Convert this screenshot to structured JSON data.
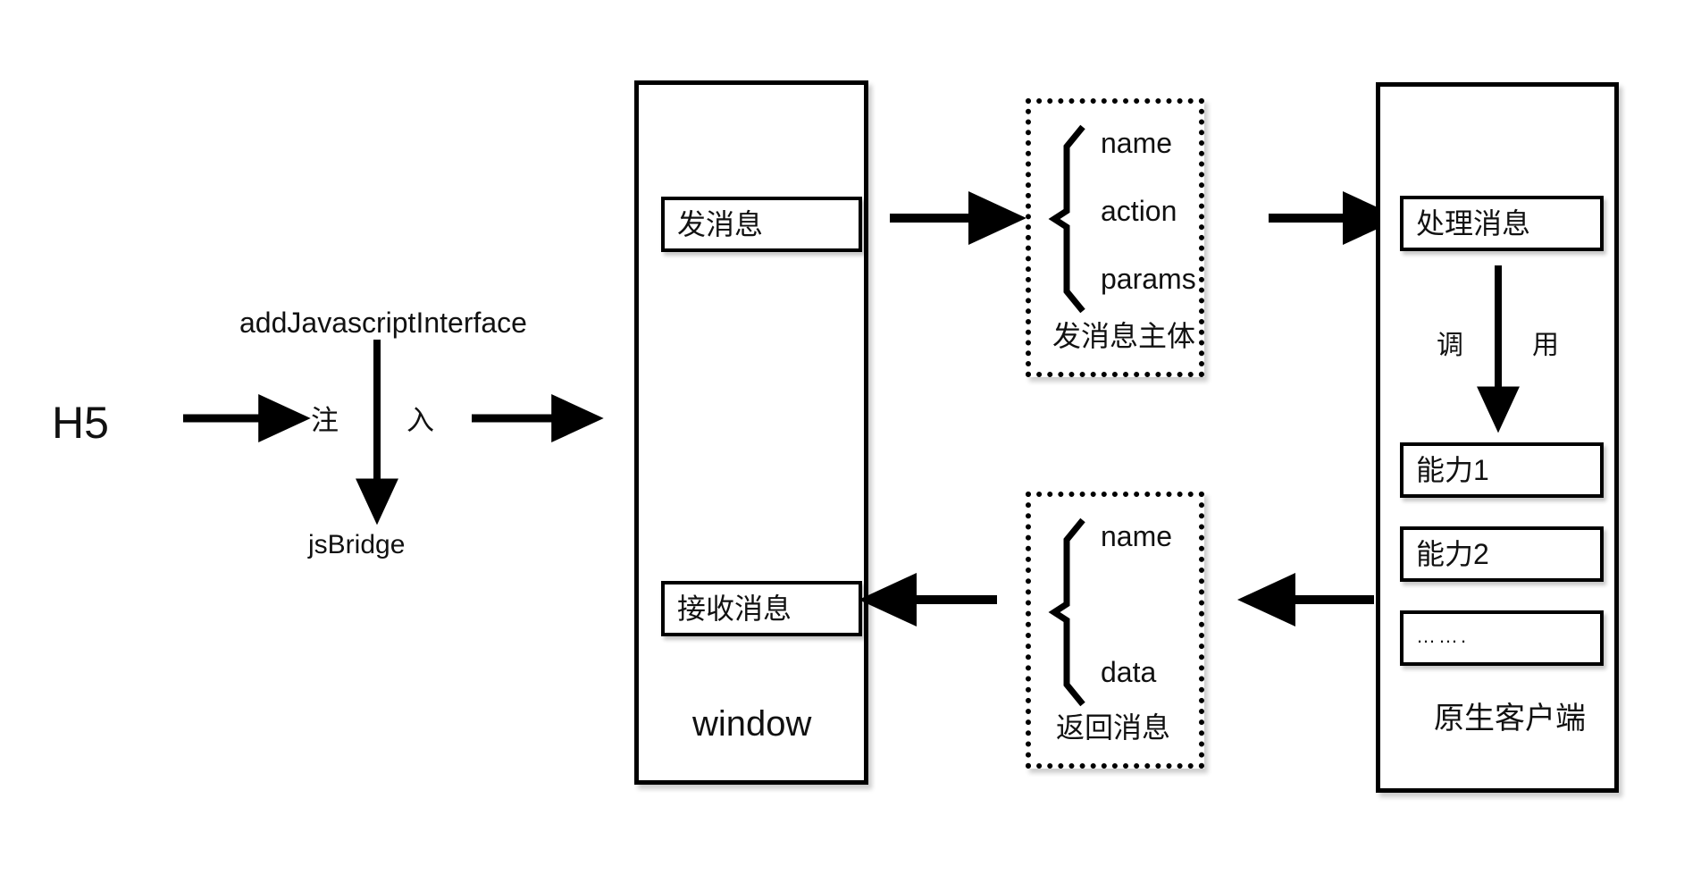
{
  "diagram": {
    "title": "H5 JSBridge communication flow",
    "stroke_color": "#000000",
    "background_color": "#ffffff"
  },
  "left": {
    "source_label": "H5",
    "api_label": "addJavascriptInterface",
    "inject_left": "注",
    "inject_right": "入",
    "bridge_label": "jsBridge"
  },
  "window_panel": {
    "label": "window",
    "send_box": "发消息",
    "receive_box": "接收消息"
  },
  "send_payload": {
    "fields": [
      "name",
      "action",
      "params"
    ],
    "label": "发消息主体"
  },
  "return_payload": {
    "fields": [
      "name",
      "data"
    ],
    "label": "返回消息"
  },
  "native_panel": {
    "label": "原生客户端",
    "handle_box": "处理消息",
    "call_left": "调",
    "call_right": "用",
    "capabilities": [
      "能力1",
      "能力2",
      "……."
    ]
  }
}
